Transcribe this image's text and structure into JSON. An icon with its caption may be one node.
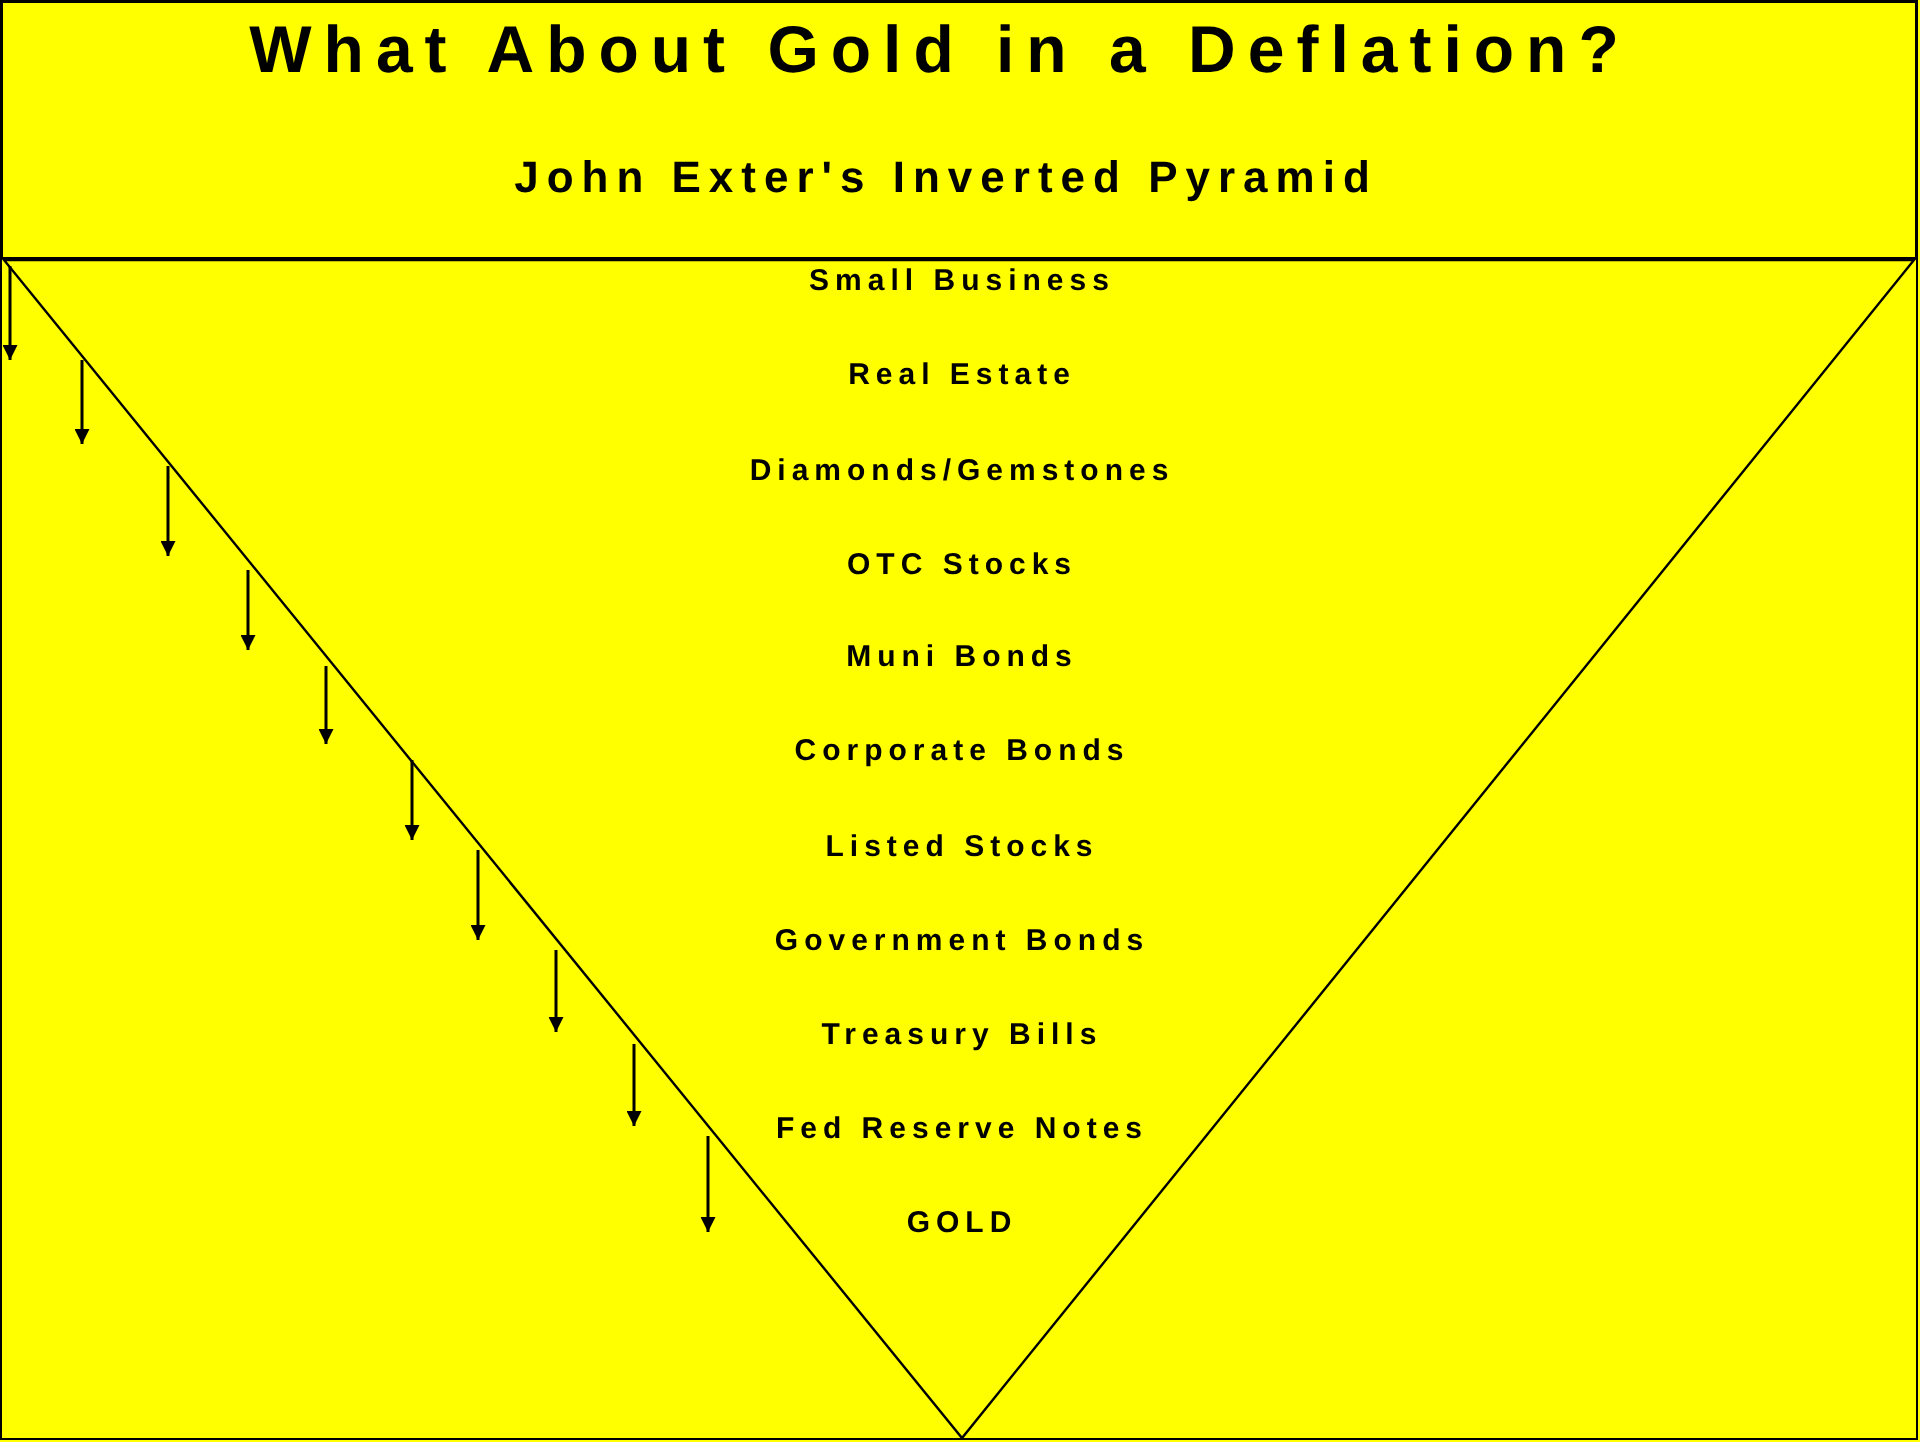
{
  "diagram": {
    "title": "What About Gold in a Deflation?",
    "nodes": [
      {
        "text": [
          "Small Business",
          "Real Estate",
          "Diamonds/Gemstones",
          "OTC Stocks",
          "Muni Bonds",
          "Corporate Bonds",
          "Listed Stocks",
          "Government Bonds",
          "Treasury Bills",
          "Fed Reserve Notes",
          "GOLD"
        ]
      }
    ],
    "labels": [
      "John Exter's Inverted Pyramid"
    ]
  }
}
